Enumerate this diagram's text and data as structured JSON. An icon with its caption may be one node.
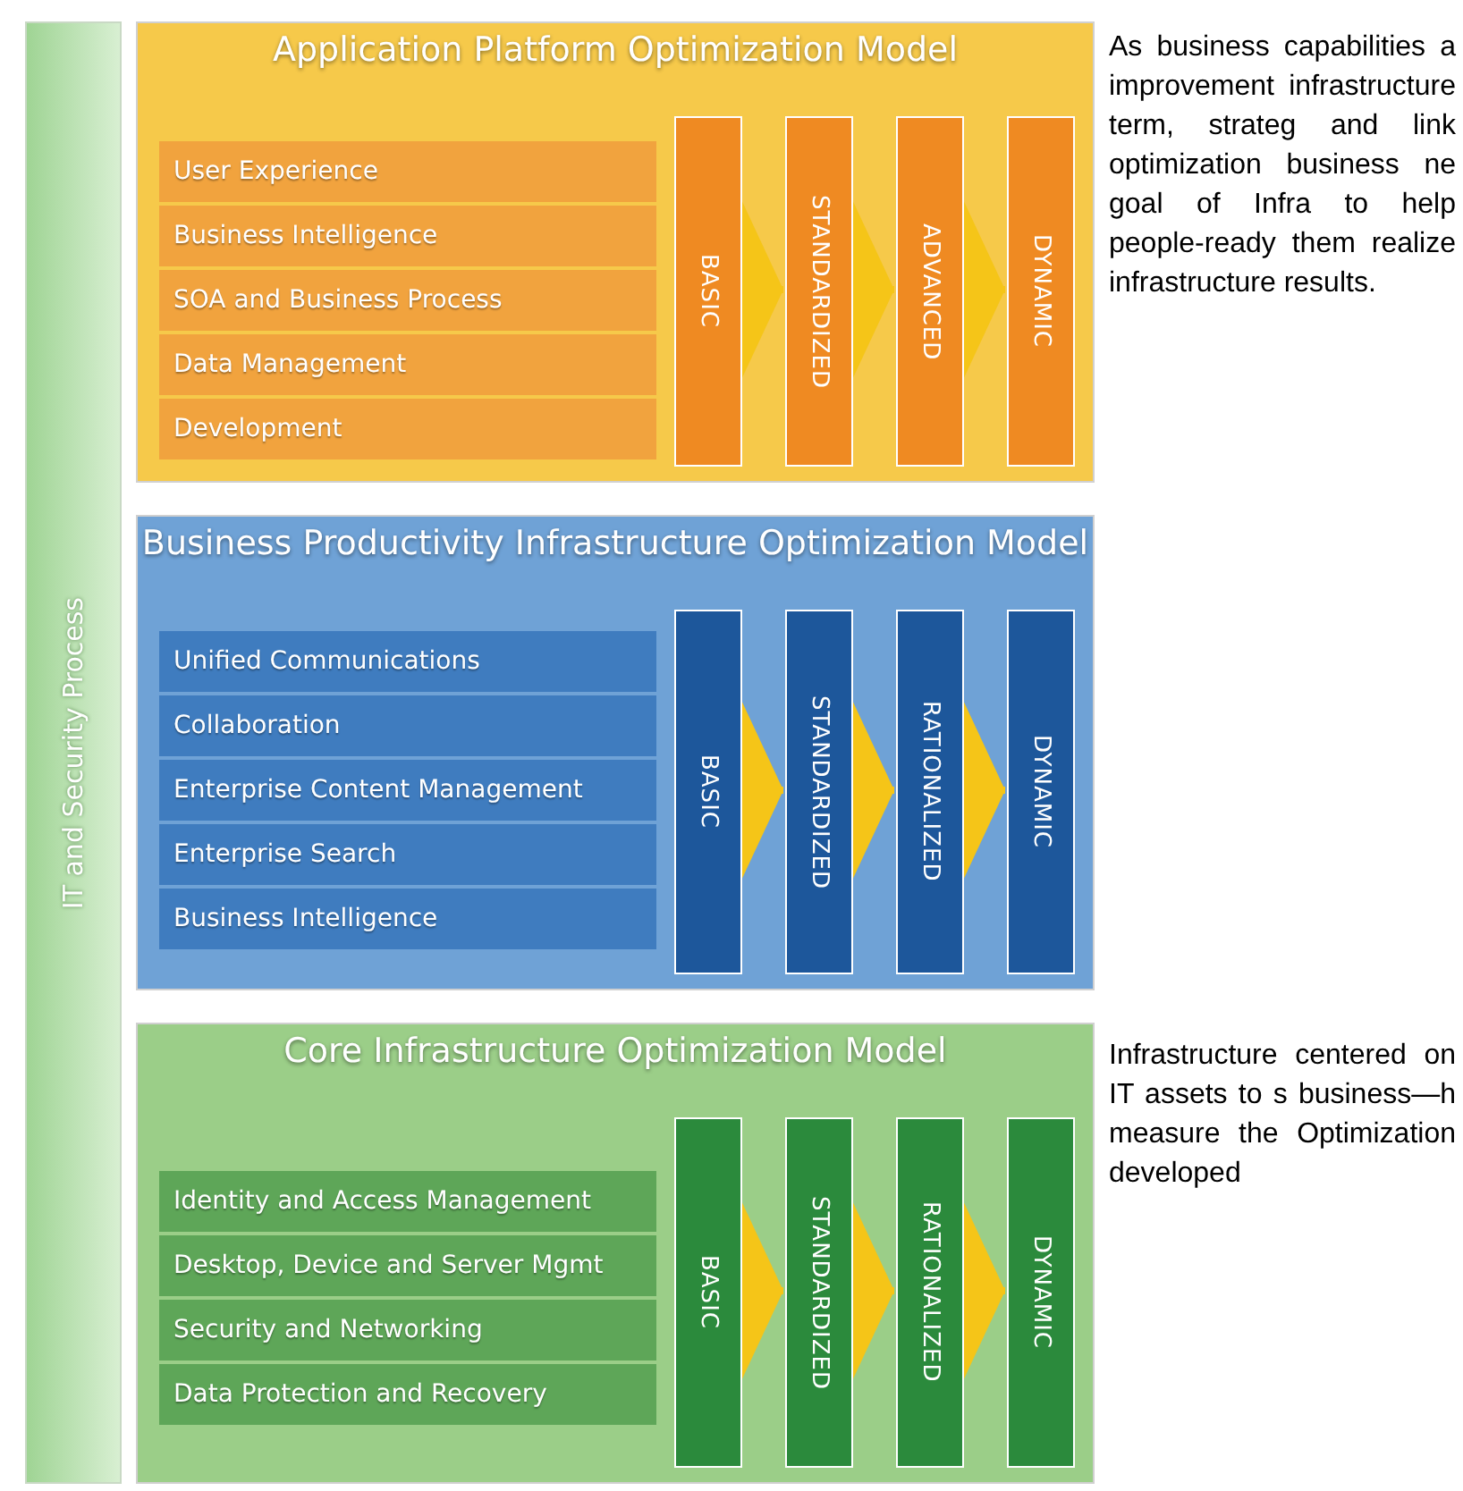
{
  "diagram": {
    "nodes": [
      {
        "text": [
          "IT and Security Process"
        ]
      },
      {
        "text": [
          "Application Platform Optimization Model"
        ]
      },
      {
        "text": [
          "User Experience"
        ],
        "in": 1
      },
      {
        "text": [
          "Business Intelligence"
        ],
        "in": 1
      },
      {
        "text": [
          "SOA and Business Process"
        ],
        "in": 1
      },
      {
        "text": [
          "Data Management"
        ],
        "in": 1
      },
      {
        "text": [
          "Development"
        ],
        "in": 1
      },
      {
        "text": [
          "BASIC"
        ],
        "in": 1
      },
      {
        "text": [
          "STANDARDIZED"
        ],
        "in": 1
      },
      {
        "text": [
          "ADVANCED"
        ],
        "in": 1
      },
      {
        "text": [
          "DYNAMIC"
        ],
        "in": 1
      },
      {
        "text": [
          "Business Productivity Infrastructure Optimization Model"
        ]
      },
      {
        "text": [
          "Unified Communications"
        ],
        "in": 11
      },
      {
        "text": [
          "Collaboration"
        ],
        "in": 11
      },
      {
        "text": [
          "Enterprise Content Management"
        ],
        "in": 11
      },
      {
        "text": [
          "Enterprise Search"
        ],
        "in": 11
      },
      {
        "text": [
          "Business Intelligence"
        ],
        "in": 11
      },
      {
        "text": [
          "BASIC"
        ],
        "in": 11
      },
      {
        "text": [
          "STANDARDIZED"
        ],
        "in": 11
      },
      {
        "text": [
          "RATIONALIZED"
        ],
        "in": 11
      },
      {
        "text": [
          "DYNAMIC"
        ],
        "in": 11
      },
      {
        "text": [
          "Core Infrastructure Optimization Model"
        ]
      },
      {
        "text": [
          "Identity and Access Management"
        ],
        "in": 21
      },
      {
        "text": [
          "Desktop, Device and Server Mgmt"
        ],
        "in": 21
      },
      {
        "text": [
          "Security and Networking"
        ],
        "in": 21
      },
      {
        "text": [
          "Data Protection and Recovery"
        ],
        "in": 21
      },
      {
        "text": [
          "BASIC"
        ],
        "in": 21
      },
      {
        "text": [
          "STANDARDIZED"
        ],
        "in": 21
      },
      {
        "text": [
          "RATIONALIZED"
        ],
        "in": 21
      },
      {
        "text": [
          "DYNAMIC"
        ],
        "in": 21
      }
    ],
    "edges": [
      {
        "from": 7,
        "to": 8,
        "arrow": "to"
      },
      {
        "from": 8,
        "to": 9,
        "arrow": "to"
      },
      {
        "from": 9,
        "to": 10,
        "arrow": "to"
      },
      {
        "from": 17,
        "to": 18,
        "arrow": "to"
      },
      {
        "from": 18,
        "to": 19,
        "arrow": "to"
      },
      {
        "from": 19,
        "to": 20,
        "arrow": "to"
      },
      {
        "from": 26,
        "to": 27,
        "arrow": "to"
      },
      {
        "from": 27,
        "to": 28,
        "arrow": "to"
      },
      {
        "from": 28,
        "to": 29,
        "arrow": "to"
      }
    ],
    "labels": [
      "As business capabilities a improvement infrastructure term, strateg and link optimization business ne goal of Infra to help people-ready them realize infrastructure results.",
      "Infrastructure centered on IT assets to s business—h measure the Optimization developed"
    ]
  }
}
